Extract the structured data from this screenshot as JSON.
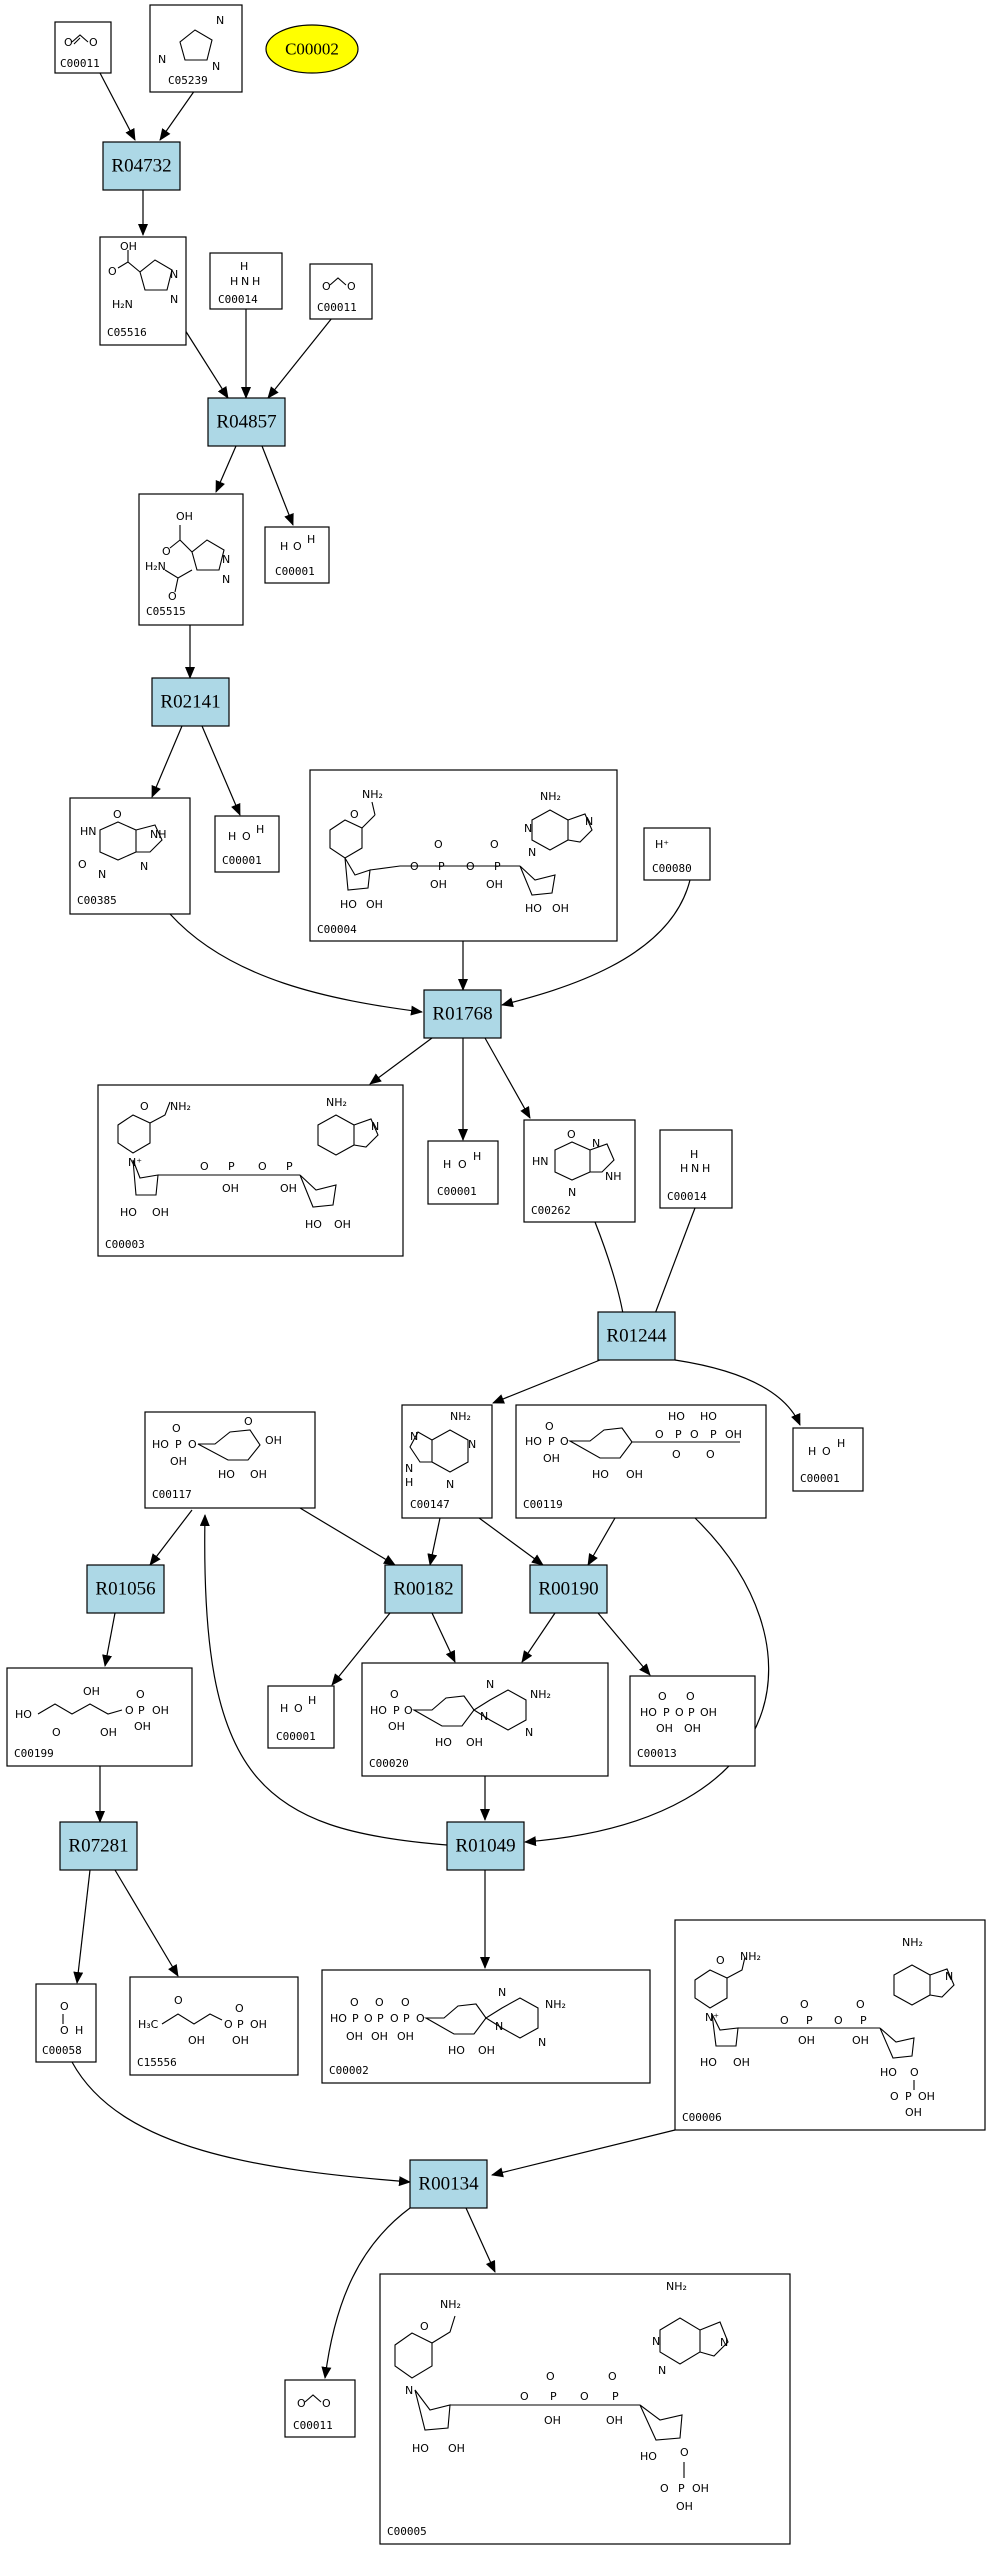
{
  "highlight": {
    "label": "C00002",
    "color": "#ffff00"
  },
  "colors": {
    "reaction_fill": "#add8e6",
    "compound_fill": "#ffffff",
    "edge": "#000000"
  },
  "reactions": [
    {
      "id": "r04732",
      "label": "R04732"
    },
    {
      "id": "r04857",
      "label": "R04857"
    },
    {
      "id": "r02141",
      "label": "R02141"
    },
    {
      "id": "r01768",
      "label": "R01768"
    },
    {
      "id": "r01244",
      "label": "R01244"
    },
    {
      "id": "r01056",
      "label": "R01056"
    },
    {
      "id": "r00182",
      "label": "R00182"
    },
    {
      "id": "r00190",
      "label": "R00190"
    },
    {
      "id": "r07281",
      "label": "R07281"
    },
    {
      "id": "r01049",
      "label": "R01049"
    },
    {
      "id": "r00134",
      "label": "R00134"
    }
  ],
  "compounds": [
    {
      "id": "c00011a",
      "label": "C00011"
    },
    {
      "id": "c05239",
      "label": "C05239"
    },
    {
      "id": "c05516",
      "label": "C05516"
    },
    {
      "id": "c00014a",
      "label": "C00014"
    },
    {
      "id": "c00011b",
      "label": "C00011"
    },
    {
      "id": "c05515",
      "label": "C05515"
    },
    {
      "id": "c00001a",
      "label": "C00001"
    },
    {
      "id": "c00385",
      "label": "C00385"
    },
    {
      "id": "c00001b",
      "label": "C00001"
    },
    {
      "id": "c00004",
      "label": "C00004"
    },
    {
      "id": "c00080",
      "label": "C00080"
    },
    {
      "id": "c00003",
      "label": "C00003"
    },
    {
      "id": "c00001c",
      "label": "C00001"
    },
    {
      "id": "c00262",
      "label": "C00262"
    },
    {
      "id": "c00014b",
      "label": "C00014"
    },
    {
      "id": "c00117",
      "label": "C00117"
    },
    {
      "id": "c00147",
      "label": "C00147"
    },
    {
      "id": "c00119",
      "label": "C00119"
    },
    {
      "id": "c00001d",
      "label": "C00001"
    },
    {
      "id": "c00199",
      "label": "C00199"
    },
    {
      "id": "c00001e",
      "label": "C00001"
    },
    {
      "id": "c00020",
      "label": "C00020"
    },
    {
      "id": "c00013",
      "label": "C00013"
    },
    {
      "id": "c00058",
      "label": "C00058"
    },
    {
      "id": "c15556",
      "label": "C15556"
    },
    {
      "id": "c00002",
      "label": "C00002"
    },
    {
      "id": "c00006",
      "label": "C00006"
    },
    {
      "id": "c00011c",
      "label": "C00011"
    },
    {
      "id": "c00005",
      "label": "C00005"
    }
  ]
}
